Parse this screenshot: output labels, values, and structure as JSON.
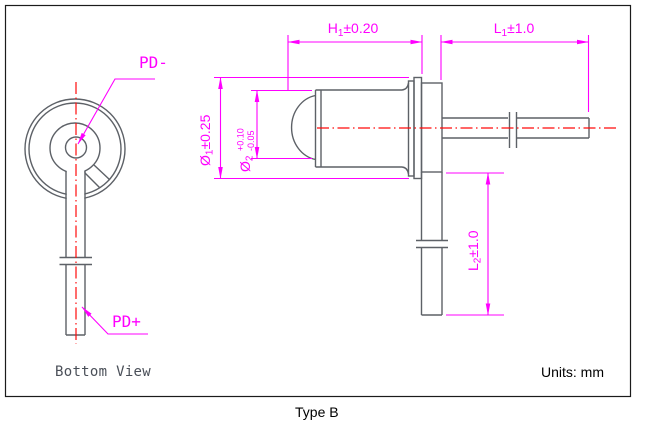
{
  "drawing": {
    "type_label": "Type B",
    "units_label": "Units: mm",
    "bottom_view": {
      "title": "Bottom View",
      "pd_cathode_label": "PD-",
      "pd_anode_label": "PD+"
    },
    "dimensions": {
      "h1": {
        "symbol": "H",
        "subscript": "1",
        "tolerance": "±0.20"
      },
      "l1": {
        "symbol": "L",
        "subscript": "1",
        "tolerance": "±1.0"
      },
      "l2": {
        "symbol": "L",
        "subscript": "2",
        "tolerance": "±1.0"
      },
      "phi1": {
        "symbol": "Ø",
        "subscript": "1",
        "tolerance": "±0.25"
      },
      "phi2": {
        "symbol": "Ø",
        "subscript": "2",
        "tolerance_upper": "+0.10",
        "tolerance_lower": "-0.05"
      }
    },
    "colors": {
      "dimension_magenta": "#ff00ff",
      "centerline_red": "#ff0a0a",
      "outline_gray": "#5d6167",
      "text_black": "#000000",
      "view_label_gray": "#4a4f58"
    }
  }
}
